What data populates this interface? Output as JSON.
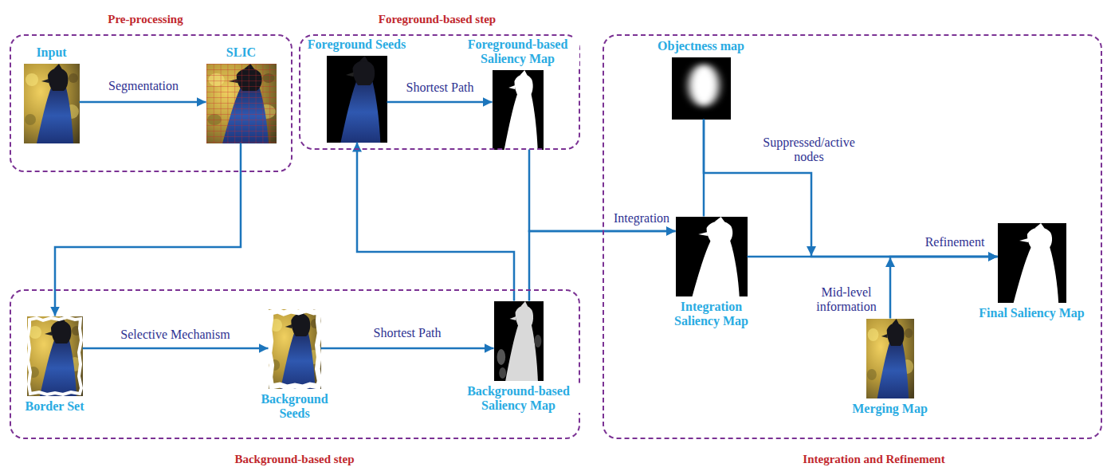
{
  "diagram": {
    "nodes": [
      {
        "text": [
          "Pre-processing"
        ]
      },
      {
        "text": [
          "Input"
        ],
        "in": 0
      },
      {
        "text": [
          "SLIC"
        ],
        "in": 0
      },
      {
        "text": [
          "Foreground-based step"
        ]
      },
      {
        "text": [
          "Foreground Seeds"
        ],
        "in": 3
      },
      {
        "text": [
          "Foreground-based Saliency Map"
        ],
        "in": 3
      },
      {
        "text": [
          "Integration and Refinement"
        ]
      },
      {
        "text": [
          "Objectness map"
        ],
        "in": 6
      },
      {
        "text": [
          "Integration Saliency Map"
        ],
        "in": 6
      },
      {
        "text": [
          "Final Saliency Map"
        ],
        "in": 6
      },
      {
        "text": [
          "Merging Map"
        ],
        "in": 6
      },
      {
        "text": [
          "Background-based step"
        ]
      },
      {
        "text": [
          "Border Set"
        ],
        "in": 11
      },
      {
        "text": [
          "Background Seeds"
        ],
        "in": 11
      },
      {
        "text": [
          "Background-based Saliency Map"
        ],
        "in": 11
      }
    ],
    "edges": [
      {
        "from": 1,
        "to": 2,
        "label": "Segmentation",
        "arrow": "to"
      },
      {
        "from": 2,
        "to": 12,
        "arrow": "to"
      },
      {
        "from": 12,
        "to": 13,
        "label": "Selective Mechanism",
        "arrow": "to"
      },
      {
        "from": 13,
        "to": 14,
        "label": "Shortest Path",
        "arrow": "to"
      },
      {
        "from": 14,
        "to": 4,
        "arrow": "to"
      },
      {
        "from": 4,
        "to": 5,
        "label": "Shortest Path",
        "arrow": "to"
      },
      {
        "from": 5,
        "to": 8,
        "label": "Integration",
        "arrow": "to"
      },
      {
        "from": 14,
        "to": 8,
        "arrow": "to"
      },
      {
        "from": 7,
        "to": 8,
        "arrow": "none"
      },
      {
        "from": 7,
        "to": 9,
        "label": "Suppressed/active nodes",
        "arrow": "to"
      },
      {
        "from": 8,
        "to": 9,
        "label": "Refinement",
        "arrow": "to"
      },
      {
        "from": 10,
        "to": 9,
        "label": "Mid-level information",
        "arrow": "to"
      }
    ]
  }
}
